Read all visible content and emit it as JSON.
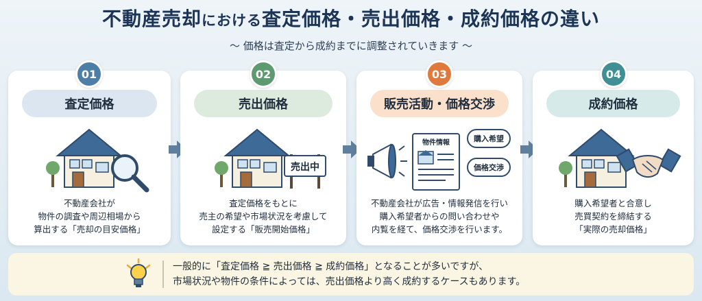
{
  "header": {
    "title_part1": "不動産売却",
    "title_part2": "における",
    "title_part3": "査定価格・売出価格・成約価格の違い",
    "subtitle": "〜 価格は査定から成約までに調整されていきます 〜"
  },
  "steps": [
    {
      "number": "01",
      "title": "査定価格",
      "color": "#4d7ea8",
      "pill_color": "#dbe6f1",
      "desc": [
        "不動産会社が",
        "物件の調査や周辺相場から",
        "算出する「売却の目安価格」"
      ]
    },
    {
      "number": "02",
      "title": "売出価格",
      "color": "#5e9a70",
      "pill_color": "#dcebdd",
      "desc": [
        "査定価格をもとに",
        "売主の希望や市場状況を考慮して",
        "設定する「販売開始価格」"
      ],
      "sign": "売出中"
    },
    {
      "number": "03",
      "title": "販売活動・価格交渉",
      "color": "#e07a3c",
      "pill_color": "#fbe0cc",
      "desc": [
        "不動産会社が広告・情報発信を行い",
        "購入希望者からの問い合わせや",
        "内覧を経て、価格交渉を行います。"
      ],
      "flyer": "物件情報",
      "bubble1": "購入希望",
      "bubble2": "価格交渉"
    },
    {
      "number": "04",
      "title": "成約価格",
      "color": "#3f8f95",
      "pill_color": "#d6ebe9",
      "desc": [
        "購入希望者と合意し",
        "売買契約を締結する",
        "「実際の売却価格」"
      ]
    }
  ],
  "note": {
    "line1": "一般的に「査定価格 ≧ 売出価格 ≧ 成約価格」となることが多いですが、",
    "line2": "市場状況や物件の条件によっては、売出価格より高く成約するケースもあります。"
  }
}
